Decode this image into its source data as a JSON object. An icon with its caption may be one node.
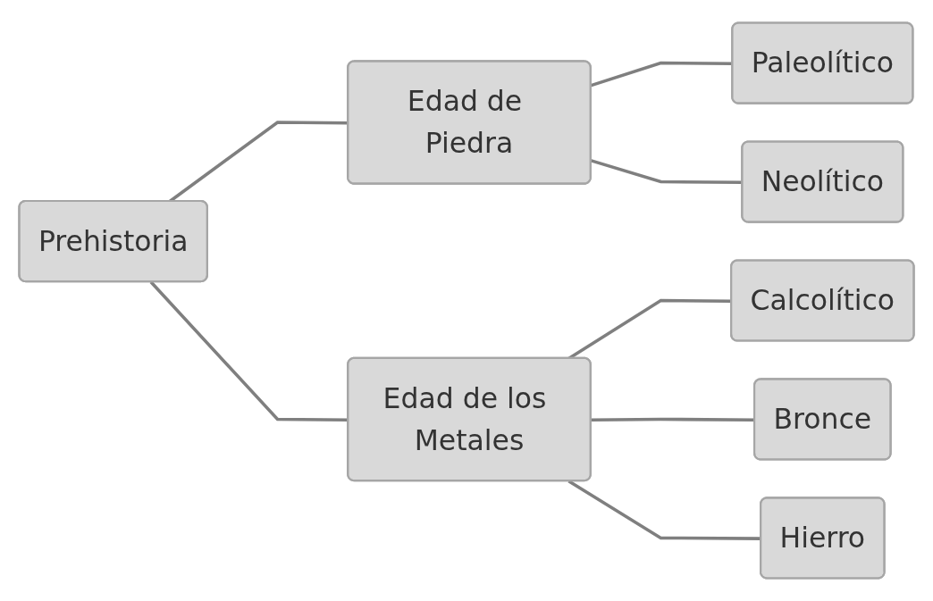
{
  "diagram": {
    "nodes": [
      {
        "text": [
          "Prehistoria"
        ]
      },
      {
        "text": [
          "Edad de Piedra"
        ]
      },
      {
        "text": [
          "Paleolítico"
        ]
      },
      {
        "text": [
          "Neolítico"
        ]
      },
      {
        "text": [
          "Edad de los Metales"
        ]
      },
      {
        "text": [
          "Calcolítico"
        ]
      },
      {
        "text": [
          "Bronce"
        ]
      },
      {
        "text": [
          "Hierro"
        ]
      }
    ],
    "edges": [
      {
        "from": 0,
        "to": 1,
        "arrow": "none"
      },
      {
        "from": 0,
        "to": 4,
        "arrow": "none"
      },
      {
        "from": 1,
        "to": 2,
        "arrow": "none"
      },
      {
        "from": 1,
        "to": 3,
        "arrow": "none"
      },
      {
        "from": 4,
        "to": 5,
        "arrow": "none"
      },
      {
        "from": 4,
        "to": 6,
        "arrow": "none"
      },
      {
        "from": 4,
        "to": 7,
        "arrow": "none"
      }
    ]
  }
}
